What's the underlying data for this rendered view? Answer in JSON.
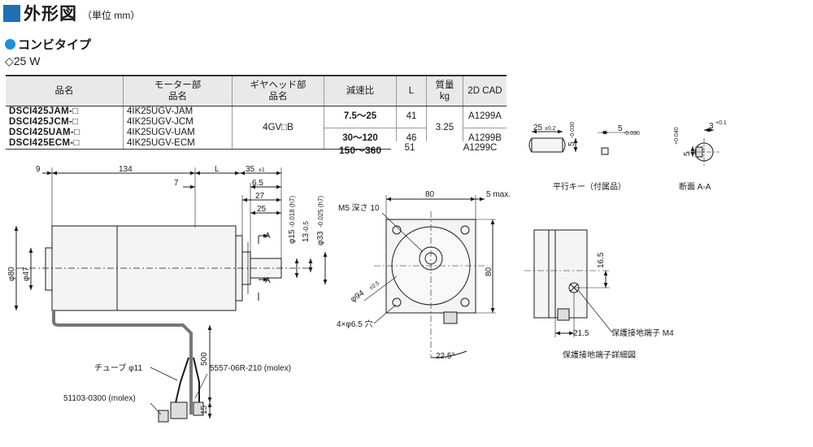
{
  "header": {
    "title": "外形図",
    "unit": "（単位 mm）"
  },
  "section": {
    "title": "コンビタイプ",
    "power": "◇25 W"
  },
  "table": {
    "headers": [
      "品名",
      "モーター部\n品名",
      "ギヤヘッド部\n品名",
      "減速比",
      "L",
      "質量\nkg",
      "2D CAD"
    ],
    "rows": [
      {
        "model": "DSCI425JAM-□",
        "motor": "4IK25UGV-JAM",
        "ratio": "7.5～25",
        "L": "41",
        "cad": "A1299A"
      },
      {
        "model": "DSCI425JCM-□",
        "motor": "4IK25UGV-JCM",
        "ratio": "30～120",
        "L": "46",
        "cad": "A1299B"
      },
      {
        "model": "DSCI425UAM-□",
        "motor": "4IK25UGV-UAM",
        "ratio": "150～360",
        "L": "51",
        "cad": "A1299C"
      },
      {
        "model": "DSCI425ECM-□",
        "motor": "4IK25UGV-ECM"
      }
    ],
    "gearhead": "4GV□B",
    "mass": "3.25"
  },
  "drawing": {
    "dim_9": "9",
    "dim_134": "134",
    "dim_L": "L",
    "dim_35": "35",
    "dim_35_tol": "±1",
    "dim_7": "7",
    "dim_6_5": "6.5",
    "dim_27": "27",
    "dim_25": "25",
    "shaft_15": "φ15",
    "shaft_15_tol": "-0.018 (h7)",
    "dim_13": "13",
    "dim_13_tol": "-0.5",
    "dim_33": "φ33",
    "dim_33_tol": "-0.025 (h7)",
    "phi80": "φ80",
    "phi47": "φ47",
    "label_A": "A",
    "tube": "チューブ φ11",
    "connector1": "5557-06R-210 (molex)",
    "connector2": "51103-0300 (molex)",
    "dim_500": "500",
    "dim_15": "15",
    "front_80": "80",
    "front_5max": "5 max.",
    "m5": "M5 深さ 10",
    "phi94": "φ94",
    "phi94_tol": "±0.5",
    "holes": "4×φ6.5 穴",
    "angle": "22.5°",
    "side_80": "80",
    "dim_16_5": "16.5",
    "dim_21_5": "21.5",
    "ground_terminal": "保護接地端子 M4",
    "ground_caption": "保護接地端子詳細図",
    "key_caption": "平行キー（付属品）",
    "key_25": "25",
    "key_25_tol": "±0.2",
    "key_5": "5",
    "key_5_tol": "-0.030",
    "key_0": "0",
    "section_caption": "断面 A-A",
    "sec_5": "5",
    "sec_5_tol": "+0.040",
    "sec_3": "3",
    "sec_3_tol": "+0.1"
  }
}
